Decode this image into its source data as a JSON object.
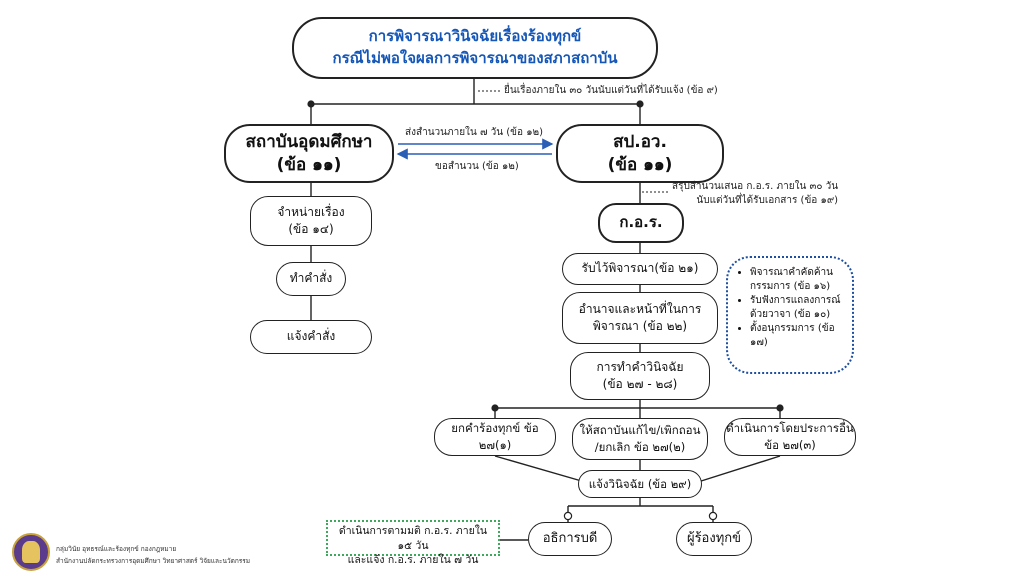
{
  "header": {
    "line1": "การพิจารณาวินิจฉัยเรื่องร้องทุกข์",
    "line2": "กรณีไม่พอใจผลการพิจารณาของสภาสถาบัน"
  },
  "annotations": {
    "file_within": "ยื่นเรื่องภายใน ๓๐ วันนับแต่วันที่ได้รับแจ้ง (ข้อ ๙)",
    "send_file": "ส่งสำนวนภายใน ๗ วัน (ข้อ ๑๒)",
    "request_file": "ขอสำนวน (ข้อ ๑๒)",
    "summary_line1": "สรุปสำนวนเสนอ ก.อ.ร. ภายใน ๓๐ วัน",
    "summary_line2": "นับแต่วันที่ได้รับเอกสาร (ข้อ ๑๙)"
  },
  "nodes": {
    "institution_line1": "สถาบันอุดมศึกษา",
    "institution_line2": "(ข้อ ๑๑)",
    "sporw_line1": "สป.อว.",
    "sporw_line2": "(ข้อ ๑๑)",
    "dispose_line1": "จำหน่ายเรื่อง",
    "dispose_line2": "(ข้อ ๑๔)",
    "make_order": "ทำคำสั่ง",
    "notify_order": "แจ้งคำสั่ง",
    "kor": "ก.อ.ร.",
    "accept": "รับไว้พิจารณา(ข้อ ๒๑)",
    "authority_line1": "อำนาจและหน้าที่ในการ",
    "authority_line2": "พิจารณา (ข้อ ๒๒)",
    "ruling_line1": "การทำคำวินิจฉัย",
    "ruling_line2": "(ข้อ ๒๗ - ๒๘)",
    "dismiss": "ยกคำร้องทุกข์ ข้อ ๒๗(๑)",
    "correct_line1": "ให้สถาบันแก้ไข/เพิกถอน",
    "correct_line2": "/ยกเลิก ข้อ ๒๗(๒)",
    "other_line1": "ดำเนินการโดยประการอื่น",
    "other_line2": "ข้อ ๒๗(๓)",
    "notify_ruling": "แจ้งวินิจฉัย (ข้อ ๒๙)",
    "president": "อธิการบดี",
    "petitioner": "ผู้ร้องทุกข์"
  },
  "side_note": {
    "items": [
      [
        "พิจารณาคำคัดค้าน",
        "กรรมการ (ข้อ ๑๖)"
      ],
      [
        "รับฟังการแถลงการณ์",
        "ด้วยวาจา (ข้อ ๑๐)"
      ],
      [
        "ตั้งอนุกรรมการ (ข้อ ๑๗)"
      ]
    ]
  },
  "green_note": {
    "line1": "ดำเนินการตามมติ ก.อ.ร. ภายใน ๑๕ วัน",
    "line2": "และแจ้ง ก.อ.ร. ภายใน ๗ วัน"
  },
  "footer": {
    "line1": "กลุ่มวินัย อุทธรณ์และร้องทุกข์ กองกฎหมาย",
    "line2": "สำนักงานปลัดกระทรวงการอุดมศึกษา วิทยาศาสตร์ วิจัยและนวัตกรรม"
  },
  "colors": {
    "title_text": "#1457b8",
    "arrow": "#2a5fb5",
    "blue_dots": "#1d4fa3",
    "green_dots": "#3caa5a"
  }
}
